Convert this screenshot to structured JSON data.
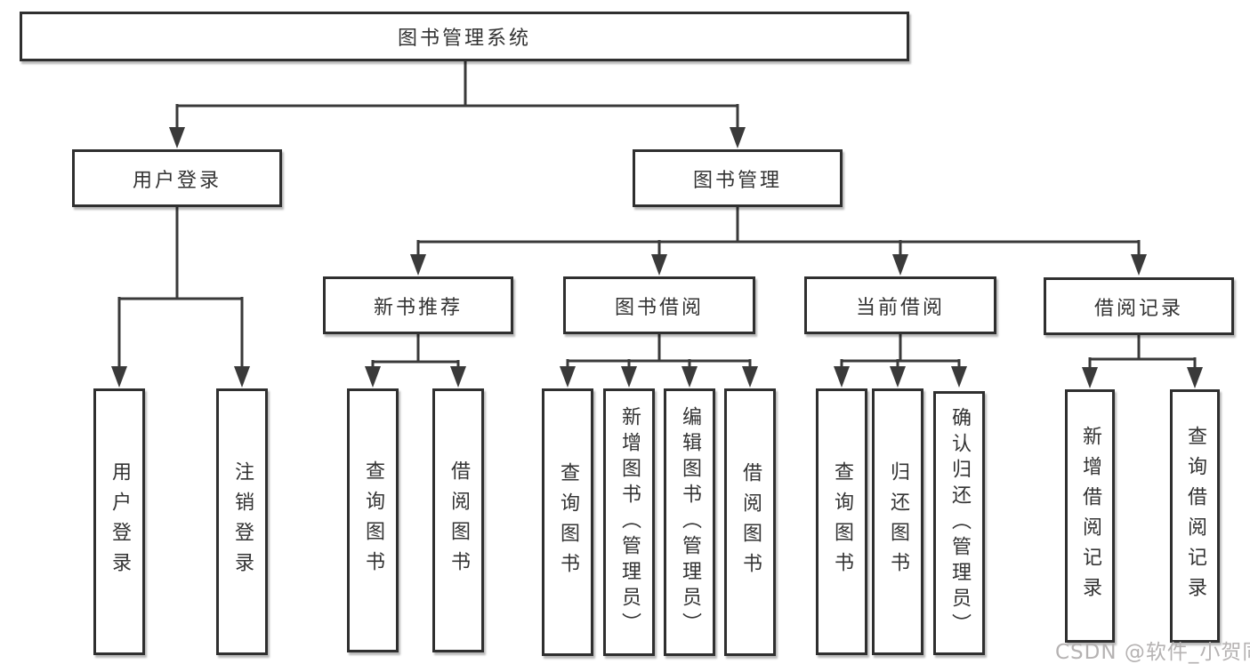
{
  "root": {
    "label": "图书管理系统"
  },
  "level2": {
    "user_login": "用户登录",
    "book_mgmt": "图书管理"
  },
  "level3": {
    "new_book": "新书推荐",
    "book_borrow": "图书借阅",
    "current_borrow": "当前借阅",
    "borrow_record": "借阅记录"
  },
  "leaves": {
    "user_login": [
      "用户登录",
      "注销登录"
    ],
    "new_book": [
      "查询图书",
      "借阅图书"
    ],
    "book_borrow": [
      "查询图书",
      "新增图书（管理员）",
      "编辑图书（管理员）",
      "借阅图书"
    ],
    "current_borrow": [
      "查询图书",
      "归还图书",
      "确认归还（管理员）"
    ],
    "borrow_record": [
      "新增借阅记录",
      "查询借阅记录"
    ]
  },
  "watermark": {
    "text": "CSDN @软件_小贺同学"
  },
  "colors": {
    "line": "#3a3a3a",
    "box_border": "#2f2f2f",
    "text": "#333333",
    "watermark_text": "#b5b2b2",
    "background": "#ffffff"
  }
}
